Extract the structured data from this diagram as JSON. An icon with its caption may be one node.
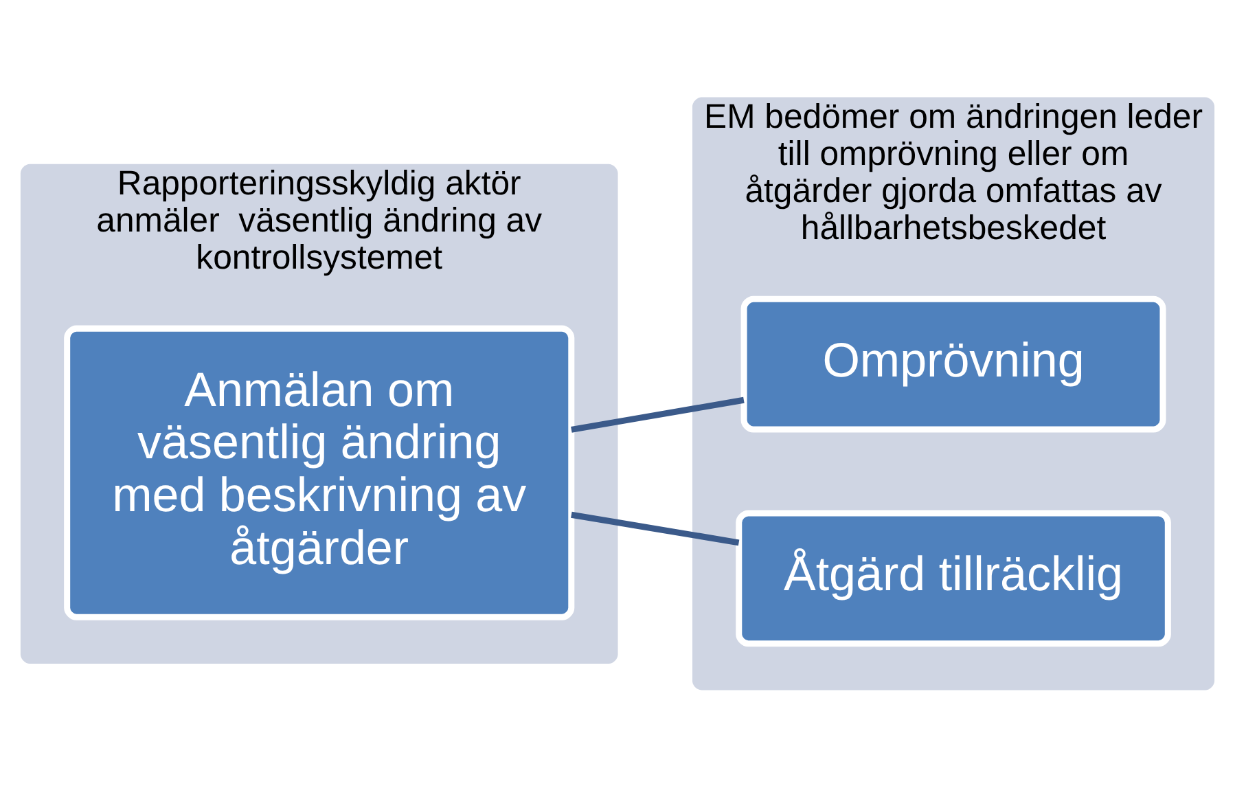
{
  "diagram": {
    "nodes": [
      {
        "text": [
          "Rapporteringsskyldig aktör anmäler  väsentlig ändring av kontrollsystemet"
        ]
      },
      {
        "text": [
          "Anmälan om väsentlig ändring med beskrivning av åtgärder"
        ],
        "in": 0
      },
      {
        "text": [
          "EM bedömer om ändringen leder till omprövning eller om åtgärder gjorda omfattas av hållbarhetsbeskedet"
        ]
      },
      {
        "text": [
          "Omprövning"
        ],
        "in": 2
      },
      {
        "text": [
          "Åtgärd tillräcklig"
        ],
        "in": 2
      }
    ],
    "edges": [
      {
        "from": 1,
        "to": 3,
        "arrow": "none"
      },
      {
        "from": 1,
        "to": 4,
        "arrow": "none"
      }
    ]
  }
}
